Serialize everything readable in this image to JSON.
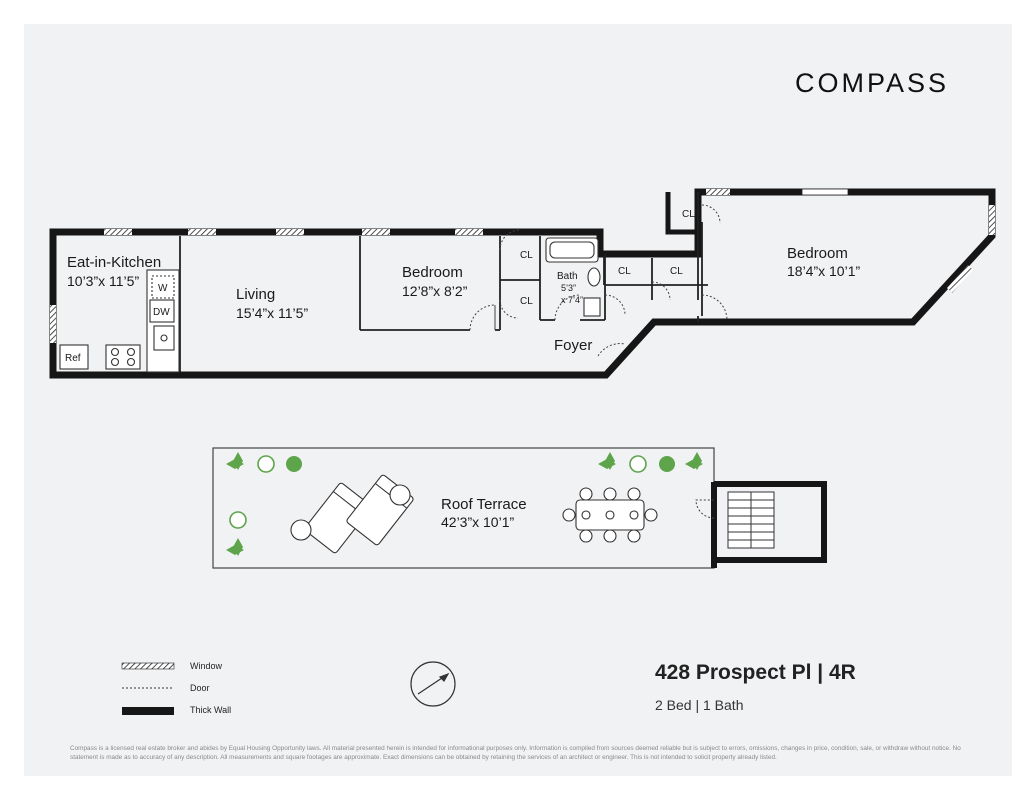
{
  "brand": {
    "logo_text": "COMPASS"
  },
  "rooms": {
    "kitchen": {
      "name": "Eat-in-Kitchen",
      "dims": "10’3”x 11’5”"
    },
    "living": {
      "name": "Living",
      "dims": "15’4”x 11’5”"
    },
    "bedroom1": {
      "name": "Bedroom",
      "dims": "12’8”x 8’2”"
    },
    "bedroom2": {
      "name": "Bedroom",
      "dims": "18’4”x 10’1”"
    },
    "bath": {
      "name": "Bath",
      "dims_line1": "5’3”",
      "dims_line2": "x 7’4”"
    },
    "foyer": {
      "name": "Foyer"
    },
    "terrace": {
      "name": "Roof Terrace",
      "dims": "42’3”x 10’1”"
    }
  },
  "fixtures": {
    "closet": "CL",
    "washer": "W",
    "dishwasher": "DW",
    "fridge": "Ref"
  },
  "legend": {
    "window": "Window",
    "door": "Door",
    "thick_wall": "Thick Wall"
  },
  "listing": {
    "address": "428 Prospect Pl | 4R",
    "summary": "2 Bed | 1 Bath"
  },
  "disclaimer": "Compass is a licensed real estate broker and abides by Equal Housing Opportunity laws. All material presented herein is intended for informational purposes only. Information is compiled from sources deemed reliable but is subject to errors, omissions, changes in price, condition, sale, or withdraw without notice. No statement is made as to accuracy of any description. All measurements and square footages are approximate. Exact dimensions can be obtained by retaining the services of an architect or engineer. This is not intended to solicit property already listed.",
  "colors": {
    "wall": "#161616",
    "plant": "#5da44a",
    "sheet": "#f1f2f4"
  }
}
